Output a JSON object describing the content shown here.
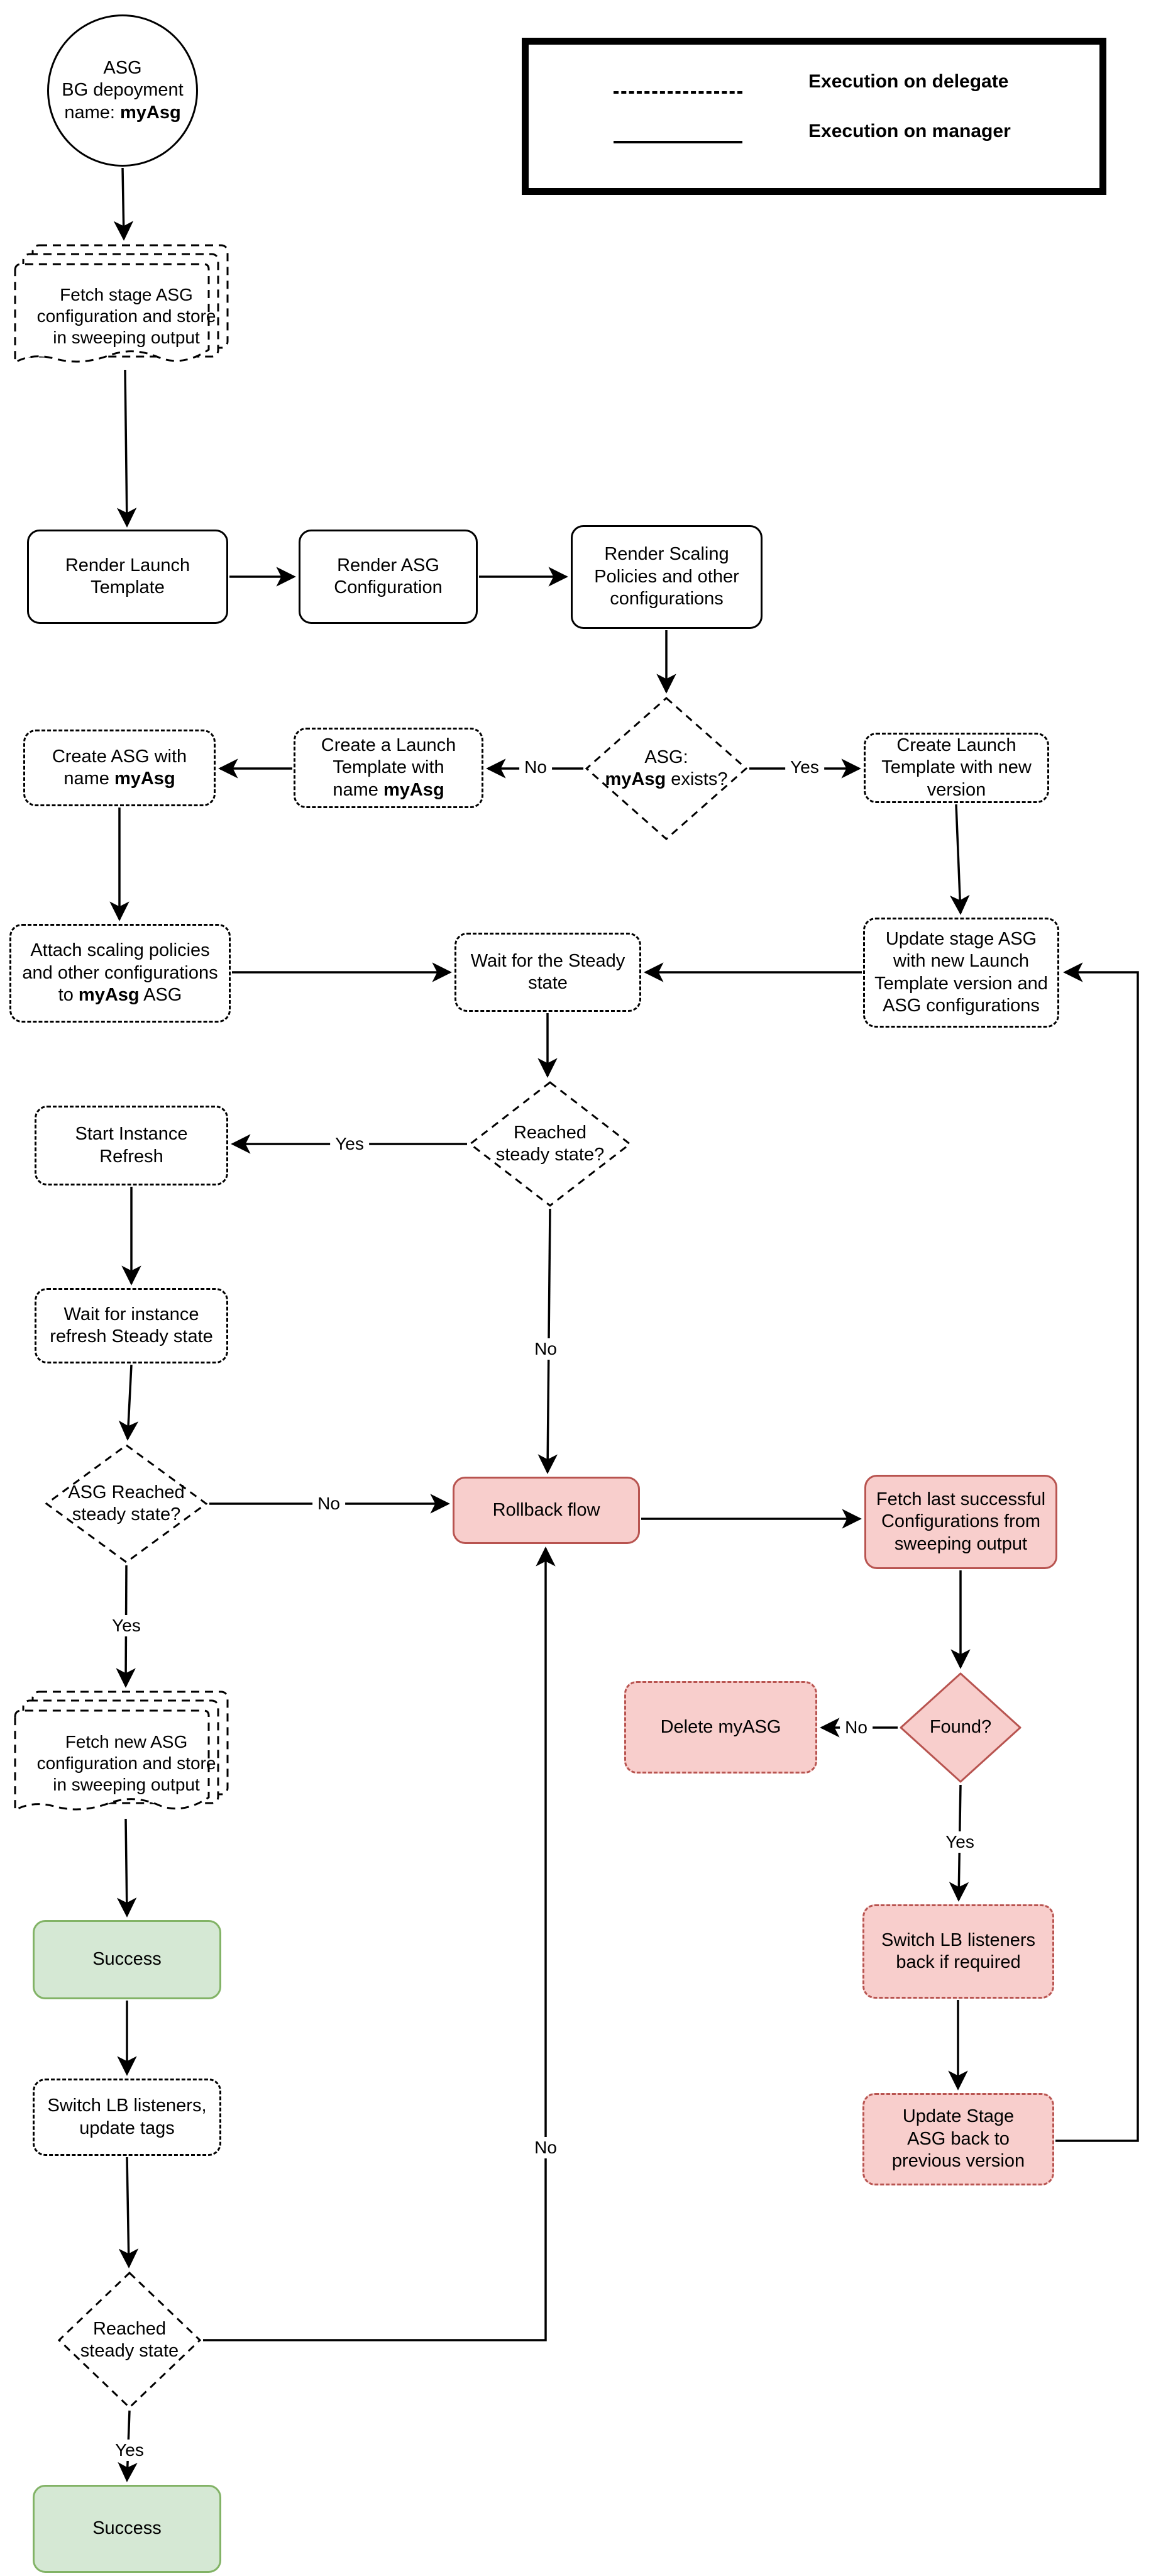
{
  "colors": {
    "line": "#000000",
    "background": "#FFFFFF",
    "pink_fill": "#F8CECC",
    "pink_border": "#B85450",
    "green_fill": "#D5E8D4",
    "green_border": "#82B366"
  },
  "legend": {
    "items": [
      {
        "style": "dashed",
        "label": "Execution on delegate"
      },
      {
        "style": "solid",
        "label": "Execution on manager"
      }
    ]
  },
  "nodes": {
    "start_circle": {
      "line1": "ASG",
      "line2": "BG depoyment",
      "line3_prefix": "name: ",
      "line3_bold": "myAsg"
    },
    "fetch_stage_docs": {
      "label": "Fetch stage ASG configuration and store in sweeping output"
    },
    "render_launch_template": {
      "label": "Render Launch Template"
    },
    "render_asg_configuration": {
      "label": "Render ASG Configuration"
    },
    "render_scaling_policies": {
      "label": "Render Scaling Policies and other configurations"
    },
    "asg_exists_decision": {
      "line1": "ASG:",
      "line2_bold": "myAsg",
      "line2_suffix": " exists?"
    },
    "create_launch_template_new_version": {
      "label": "Create Launch Template with new version"
    },
    "create_a_launch_template": {
      "line1": "Create a Launch",
      "line2": "Template with",
      "line3_prefix": "name ",
      "line3_bold": "myAsg"
    },
    "create_asg": {
      "line1": "Create ASG with",
      "line2_prefix": "name ",
      "line2_bold": "myAsg"
    },
    "attach_scaling_policies": {
      "line1": "Attach scaling policies",
      "line2": "and other configurations",
      "line3_prefix": "to ",
      "line3_bold": "myAsg",
      "line3_suffix": " ASG"
    },
    "wait_for_steady_state": {
      "label": "Wait for the Steady state"
    },
    "update_stage_asg": {
      "label": "Update stage ASG with new Launch Template version and ASG configurations"
    },
    "reached_steady_state_1": {
      "label": "Reached steady state?"
    },
    "start_instance_refresh": {
      "label": "Start Instance Refresh"
    },
    "wait_instance_refresh": {
      "label": "Wait for instance refresh Steady state"
    },
    "asg_reached_steady_state": {
      "label": "ASG Reached steady state?"
    },
    "rollback_flow": {
      "label": "Rollback flow"
    },
    "fetch_last_successful": {
      "label": "Fetch last successful Configurations from sweeping output"
    },
    "found_decision": {
      "label": "Found?"
    },
    "delete_myasg": {
      "label": "Delete myASG"
    },
    "switch_lb_back": {
      "label": "Switch LB listeners back if required"
    },
    "update_stage_back": {
      "label": "Update Stage ASG back to previous version"
    },
    "fetch_new_asg_docs": {
      "label": "Fetch new ASG configuration and store in sweeping output"
    },
    "success_1": {
      "label": "Success"
    },
    "switch_lb_update_tags": {
      "label": "Switch LB listeners, update tags"
    },
    "reached_steady_state_2": {
      "label": "Reached steady state"
    },
    "success_2": {
      "label": "Success"
    }
  },
  "edges": {
    "asg_exists_no": "No",
    "asg_exists_yes": "Yes",
    "reached1_yes": "Yes",
    "reached1_no": "No",
    "asg_reached_no": "No",
    "asg_reached_yes": "Yes",
    "found_no": "No",
    "found_yes": "Yes",
    "reached2_yes": "Yes",
    "reached2_no": "No"
  }
}
